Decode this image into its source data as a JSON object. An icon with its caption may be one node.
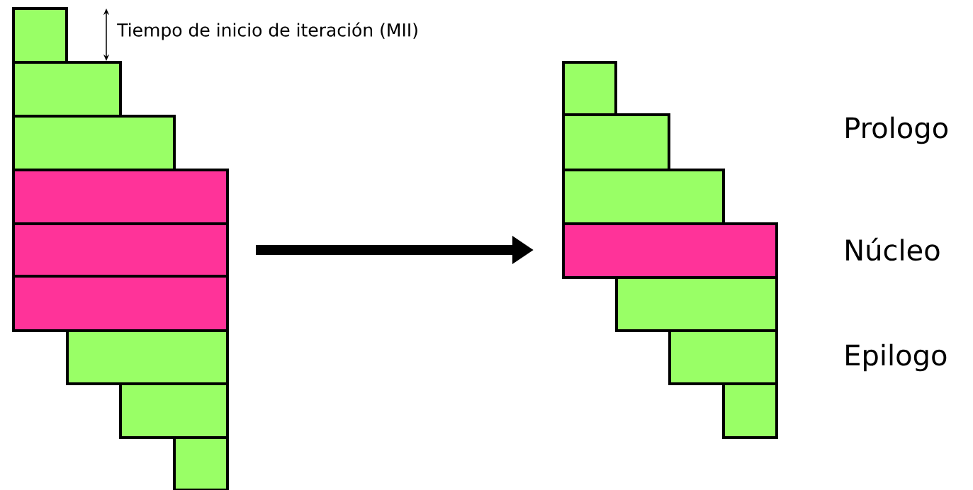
{
  "diagram": {
    "nodes": [
      {
        "text": [],
        "shape": "box"
      },
      {
        "text": [],
        "shape": "box"
      },
      {
        "text": [],
        "shape": "box"
      },
      {
        "text": [],
        "shape": "box"
      },
      {
        "text": [],
        "shape": "box"
      },
      {
        "text": [],
        "shape": "box"
      },
      {
        "text": [],
        "shape": "box"
      },
      {
        "text": [],
        "shape": "box"
      },
      {
        "text": [],
        "shape": "box"
      },
      {
        "text": [],
        "shape": "box"
      },
      {
        "text": [],
        "shape": "box"
      },
      {
        "text": [],
        "shape": "box"
      },
      {
        "text": [],
        "shape": "box"
      },
      {
        "text": [],
        "shape": "box"
      },
      {
        "text": [],
        "shape": "box"
      },
      {
        "text": [],
        "shape": "box"
      }
    ],
    "edges": [
      {
        "from": 4,
        "to": 12,
        "arrow": "to"
      }
    ],
    "labels": [
      "Tiempo de inicio de iteración (MII)",
      "Prologo",
      "Núcleo",
      "Epilogo"
    ]
  }
}
